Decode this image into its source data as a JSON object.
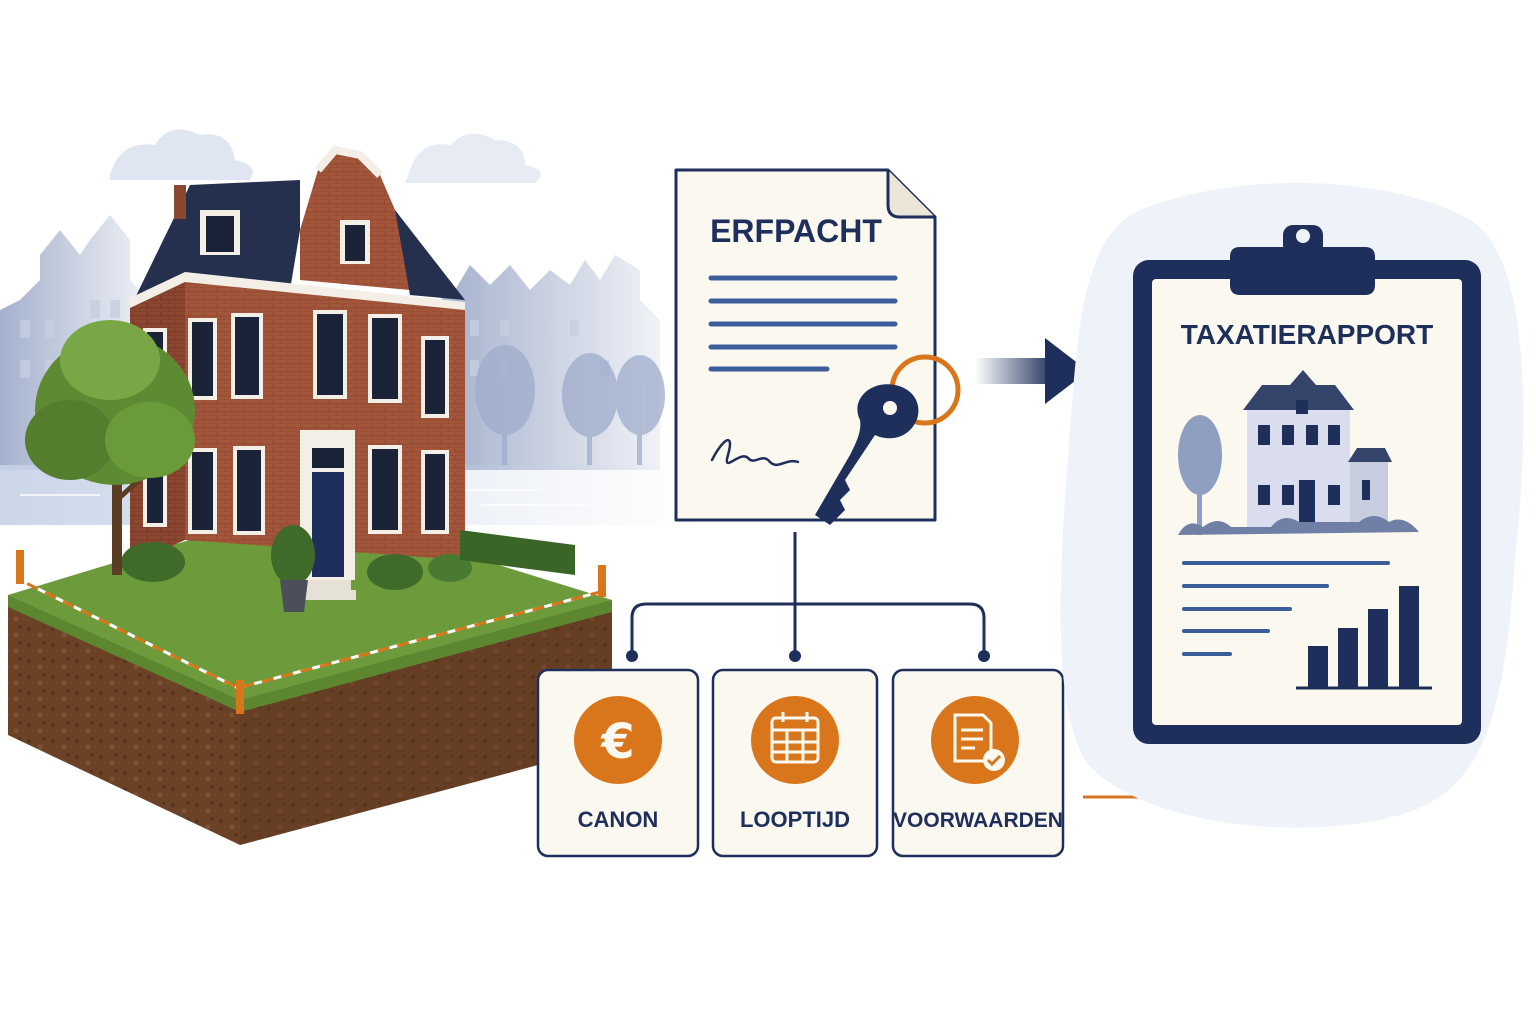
{
  "document": {
    "title": "ERFPACHT"
  },
  "report": {
    "title": "TAXATIERAPPORT"
  },
  "components": [
    {
      "label": "CANON",
      "icon": "euro-icon"
    },
    {
      "label": "LOOPTIJD",
      "icon": "calendar-icon"
    },
    {
      "label": "VOORWAARDEN",
      "icon": "document-check-icon"
    }
  ],
  "colors": {
    "navy": "#1e2f5c",
    "orange": "#d9761b",
    "brick": "#a4563a",
    "grass": "#6d9a3a",
    "soil": "#6b4226",
    "paper": "#fbf8f0",
    "haze": "#eef2f9"
  }
}
